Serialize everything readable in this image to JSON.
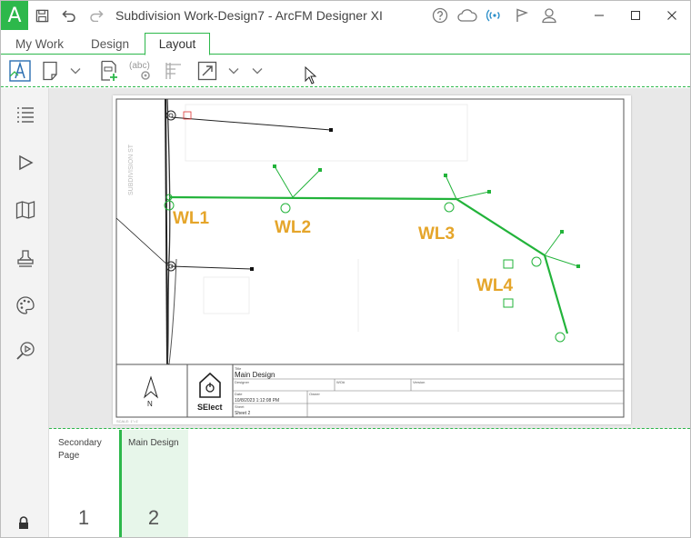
{
  "window": {
    "title": "Subdivision Work-Design7 - ArcFM Designer XI",
    "app_logo_glyph": "A"
  },
  "tabs": [
    {
      "label": "My Work",
      "active": false
    },
    {
      "label": "Design",
      "active": false
    },
    {
      "label": "Layout",
      "active": true
    }
  ],
  "colors": {
    "accent": "#2db84b",
    "wire": "#22b33a",
    "label": "#e5a52a",
    "sheet_bg": "#ffffff"
  },
  "map": {
    "labels": [
      "WL1",
      "WL2",
      "WL3",
      "WL4"
    ],
    "north_letter": "N",
    "logo_text": "SElect",
    "title_block": {
      "name_caption": "Title",
      "name": "Main Design",
      "designer_caption": "Designer",
      "wr_caption": "WO#",
      "version_caption": "Version",
      "date_caption": "Date",
      "date": "10/8/2023 1:12:08 PM",
      "owner_caption": "Owner",
      "sheet_caption": "Sheet",
      "sheet": "Sheet 2"
    },
    "scale_text": "SCALE: 1\"=1'",
    "street_label": "SUBDIVISION ST"
  },
  "pages": [
    {
      "label": "Secondary Page",
      "number": "1",
      "selected": false
    },
    {
      "label": "Main Design",
      "number": "2",
      "selected": true
    }
  ],
  "icons": {
    "save": "save-icon",
    "undo": "undo-icon",
    "redo": "redo-icon",
    "help": "help-icon",
    "cloud": "cloud-icon",
    "signal": "signal-icon",
    "flag": "flag-icon",
    "user": "user-icon"
  }
}
